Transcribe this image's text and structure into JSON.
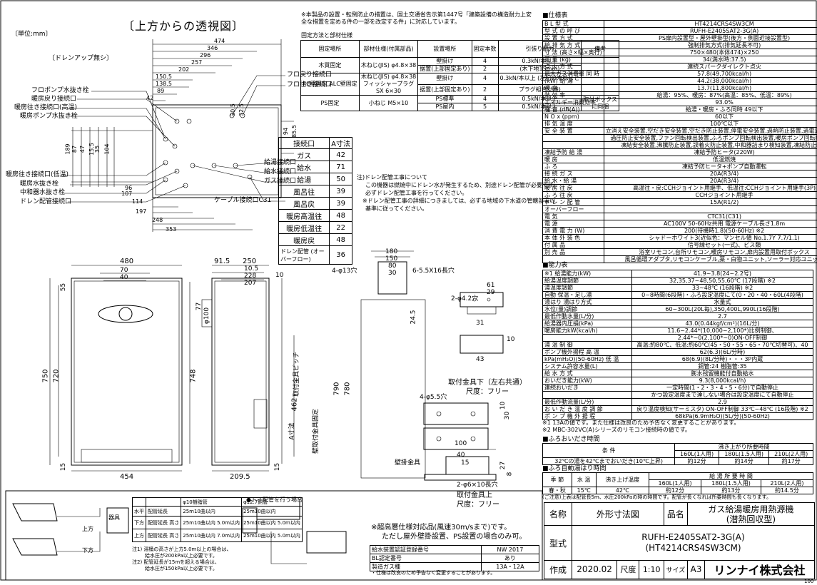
{
  "header": {
    "title": "〔上方からの透視図〕",
    "unit": "〔単位:mm〕",
    "drain_note": "〔ドレンアップ無シ〕",
    "notice": "※本製品の設置・転倒防止の措置は、国土交通省告示第1447号「建築設備の構造耐力上安全な措置を定める件の一部を改定する件」に対応しています。",
    "fix_title": "固定方法と部材仕様"
  },
  "fix_table": {
    "headers": [
      "固定場所",
      "部材仕様(付属部品)",
      "設置場所",
      "固定本数",
      "引張り耐力",
      "備考"
    ],
    "rows": [
      [
        "木質固定",
        "木ねじ(JIS) φ4.8×38",
        "壁掛け",
        "4",
        "0.3kN/本以上",
        ""
      ],
      [
        "",
        "",
        "据置(上部固定あり)",
        "2",
        "(木下地15mm)",
        ""
      ],
      [
        "RC壁固定 ALC壁固定",
        "木ねじ(JIS) φ4.8×38 フィッシャープラグSX 6×30",
        "壁掛け",
        "4",
        "0.3kN/本以上 (左記の木ねじと",
        ""
      ],
      [
        "",
        "",
        "据置(上部固定あり)",
        "2",
        "プラグ組合せ時)",
        ""
      ],
      [
        "PS固定",
        "小ねじ M5×10",
        "PS標準",
        "4",
        "0.5kN/本以上",
        "取付ボックス"
      ],
      [
        "",
        "",
        "PS屋内",
        "5",
        "0.5kN/本以上",
        "に同梱"
      ]
    ]
  },
  "top_view": {
    "dims_top": [
      "474",
      "346",
      "296",
      "257",
      "202",
      "150.5",
      "138.5",
      "89",
      "42"
    ],
    "dims_right": [
      "30.5",
      "32.5",
      "94",
      "85.5"
    ],
    "dims_left": [
      "189",
      "87",
      "47",
      "15.5",
      "35",
      "104"
    ],
    "dims_bottom": [
      "107",
      "114",
      "197",
      "248",
      "353",
      "96"
    ],
    "labels_left": [
      "フロポンプ水抜き栓",
      "暖房戻り接続口",
      "暖房往き接続口(高温)",
      "暖房ポンプ水抜き栓",
      "暖房往き接続口(低温)",
      "暖房水抜き栓",
      "中和器水抜き栓",
      "ドレン配管接続口"
    ],
    "labels_right_top": [
      "フロ戻り接続口",
      "フロ往き接続口"
    ],
    "labels_right_bottom": [
      "給湯接続口",
      "給水接続口",
      "ガス接続口",
      "ケーブル接続口C31"
    ]
  },
  "conn_table": {
    "headers": [
      "接続口",
      "A寸法"
    ],
    "rows": [
      [
        "ガス",
        "42"
      ],
      [
        "給水",
        "71"
      ],
      [
        "給湯",
        "50"
      ],
      [
        "風呂往",
        "39"
      ],
      [
        "風呂戻",
        "39"
      ],
      [
        "暖房高温往",
        "48"
      ],
      [
        "暖房低温往",
        "22"
      ],
      [
        "暖房戻",
        "48"
      ],
      [
        "ドレン配管 (オーバーフロー)",
        "36"
      ]
    ]
  },
  "drain_note": {
    "line1": "注)ドレン配管工事について",
    "line2": "この機器は燃焼中にドレン水が発生するため、別途ドレン配管が必要です。",
    "line3": "必ずドレン配管工事を行ってください。",
    "line4": "※ドレン配管工事の詳細につきましては、必ずる地域の下水道の管轄部署の",
    "line5": "基準に従ってください。"
  },
  "front_view": {
    "dims": [
      "480",
      "70",
      "40",
      "750",
      "720",
      "748",
      "454",
      "15",
      "55"
    ],
    "side_dims": [
      "91.5",
      "250",
      "10.5",
      "228",
      "207",
      "10",
      "77",
      "φ100",
      "462",
      "209.5",
      "15"
    ],
    "side_labels": [
      "取付金具ピッチ",
      "A寸法",
      "壁取付金具固定"
    ]
  },
  "bracket": {
    "dims": [
      "180",
      "150",
      "80",
      "30",
      "4-φ13穴",
      "6-5.5X16長穴",
      "2-φ4.2穴",
      "61",
      "29",
      "24.5",
      "790",
      "780",
      "10",
      "43",
      "31",
      "4-φ5.5穴",
      "10",
      "30",
      "100",
      "40",
      "15",
      "27",
      "8",
      "2-φ6×10長穴"
    ],
    "caption1": "取付金具下（左右共通）",
    "caption1b": "尺度：フリー",
    "caption2": "壁掛金具",
    "caption3": "取付金具上",
    "caption3b": "尺度：フリー"
  },
  "bottom_left": {
    "pipe_headers": [
      "",
      "",
      "φ10樹脂管",
      "φ12.7銅管"
    ],
    "pipe_rows": [
      [
        "水平",
        "配管延長",
        "25m10曲以内",
        "25m10曲以内"
      ],
      [
        "下方",
        "配管延長 高さ",
        "25m10曲以内 5.0m以内",
        "25m10曲以内 5.0m以内"
      ],
      [
        "上方",
        "配管延長 高さ",
        "25m10曲以内 7.0m以内",
        "25m10曲以内 5.0m以内"
      ]
    ],
    "note1": "注1) 湯桶の高さが上方5.0m以上の場合は、",
    "note1b": "給水圧が200kPa以上必要です。",
    "note2": "注2) 配管延長が15mを超える場合は、",
    "note2b": "給水圧が150kPa以上必要です。",
    "trap_title": "●トイ配管を行う場合",
    "high_wind": "※超高層仕様対応品(風速30m/sまで)です。",
    "high_wind2": "ただし屋外壁掛設置、PS設置の場合のみ可。",
    "cert_rows": [
      [
        "給水装置認証登録番号",
        "NW 2017"
      ],
      [
        "BL認定番号",
        "あり"
      ],
      [
        "製造ガス種",
        "13A・12A"
      ]
    ],
    "spec_change": "・仕様は改良のため予告なく変更することがあります。",
    "label_up": "上方",
    "label_down": "下方",
    "label_device": "器具"
  },
  "spec": {
    "title": "■仕様表",
    "rows": [
      [
        "B L 型 式",
        "HT4214CRS4SW3CM"
      ],
      [
        "型 式 の 呼 び",
        "RUFH-E2405SAT2-3G(A)"
      ],
      [
        "設 置 方 式",
        "PS扉内設置型・屋外壁掛型(後方・側面近接設置型)"
      ],
      [
        "給 排 気 方 式",
        "強制排気方式(排気延長不可)"
      ],
      [
        "寸 法 (高さ×幅×奥行)",
        "750×480(本体474)×250"
      ],
      [
        "質 量 (kg)",
        "34(満水時:37.5)"
      ],
      [
        "点 火 方 式",
        "連続スパークダイレクト点火"
      ],
      [
        "最大ガス消費量 同 時",
        "57.8(49,700kcal/h)"
      ],
      [
        "(kW) 給 湯",
        "44.2(38,000kcal/h)"
      ],
      [
        "暖 房",
        "13.7(11,800kcal/h)"
      ],
      [
        "熱 効 率",
        "給湯：95%、暖房：87%(高温：85%、低温：89%)"
      ],
      [
        "エネルギー消費効率",
        "93.0%"
      ],
      [
        "騒 音 (dB(A))",
        "給湯・暖房・ふろ同時 49以下"
      ],
      [
        "N O x (ppm)",
        "60以下"
      ],
      [
        "排 気 温 度",
        "100℃以下"
      ],
      [
        "安 全 装 置",
        "立消え安全装置,空だき安全装置,空だき防止装置,停電安全装置,過熱防止装置,過電流安全装置"
      ],
      [
        "",
        "過圧防止安全装置,ファン回転検出装置,ふろポンプ回転検出装置,暖房ポンプ回転検出装置"
      ],
      [
        "",
        "凍結安全装置,沸騰防止装置,誤着火防止装置,中和器詰まり検知装置,凍結防止装置"
      ],
      [
        "凍結予防 給 湯",
        "凍結予防ヒータ(220W)"
      ],
      [
        "暖 房",
        "低温燃焼"
      ],
      [
        "ふ ろ",
        "凍結予防ヒータ+ポンプ自動運転"
      ],
      [
        "接 続 ガ ス",
        "20A(R3/4)"
      ],
      [
        "給 水・給 湯",
        "20A(R3/4)"
      ],
      [
        "暖 房 往 戻",
        "高温往・戻:CCHジョイント用継手、低温往:CCHジョイント用継手(3P)"
      ],
      [
        "ふ ろ 往 戻",
        "CCHジョイント用継手"
      ],
      [
        "ド レ ン 配 管",
        "15A(R1/2)"
      ],
      [
        "オーバーフロー",
        ""
      ],
      [
        "電 気",
        "CTC31(C31)"
      ],
      [
        "電 源",
        "AC100V 50-60Hz共用 電源ケーブル長さ1.8m"
      ],
      [
        "消 費 電 力 (W)",
        "200(待機時1.8)(50-60Hz) ※2"
      ],
      [
        "本 体 外 装 色",
        "シャドーホワイト3(近似色：マンセル値 No.1.7Y 7.7/1.1)"
      ],
      [
        "付 属 品",
        "信号線セット(一式)、ビス類"
      ],
      [
        "別 売 品",
        "浴室リモコン,台所リモコン,暖房リモコン,扉内設置用取付ボックス"
      ],
      [
        "",
        "風呂循環アダプタ,リモコンケーブル,薬・白物ユニット,ソーラー対応ユニット"
      ]
    ]
  },
  "perf": {
    "title": "■能力表",
    "rows": [
      [
        "※1 給湯能力(kW)",
        "41.9~3.8(24~2.2号)"
      ],
      [
        "給湯温度調節",
        "32,35,37~48,50,55,60℃ (17段階) ※2"
      ],
      [
        "湯温度調節",
        "33~48℃ (16段階) ※2"
      ],
      [
        "自動 保温・足し湯",
        "0~8時間(6段階)・ふろ設定温度にて(0・20・40・60L(4段階)"
      ],
      [
        "湯はり 湯はり方式",
        "水量式"
      ],
      [
        "水位(量)調節",
        "60~300L(20L毎),350,400L,990L(16段階)"
      ],
      [
        "最低作動水量(L/分)",
        "2.7"
      ],
      [
        "給湯器内圧損(kPa)",
        "43.0(0.44kgf/cm²)(16L/分)"
      ],
      [
        "暖房能力kW(kcal/h)",
        "11.6~2.44*(10,000~2,100*)比例制御、"
      ],
      [
        "",
        "2.44*~0(2,100*~0)ON-OFF制御"
      ],
      [
        "湯 温 制 御",
        "高温:約80℃、低温:約60℃(45・50・55・65・70℃切替可)、40"
      ],
      [
        "ポンプ機外揚程 高 温",
        "62(6.3)(6L/分時)"
      ],
      [
        "kPa(mH₂O)(50-60Hz) 低 温",
        "68(6.9)(8L/分時)・・・3P内蔵"
      ],
      [
        "システム許容水量(L)",
        "銅管:24 樹脂管:35"
      ],
      [
        "給 水 方 式",
        "膨水残留機能付自動給水"
      ],
      [
        "おいだき能力(kW)",
        "9.3(8,000kcal/h)"
      ],
      [
        "連続おいだき",
        "一定時間(1・2・3・4・5・6分)で自動停止"
      ],
      [
        "",
        "かつ設定温度まで達しない場合は設定温度にて自動停止"
      ],
      [
        "最低作動流量(L/分)",
        "2.9"
      ],
      [
        "お い だ き 温 度 調 節",
        "戻り温度検知(サーミスタ) ON-OFF制御 33℃~48℃ (16段階) ※2"
      ],
      [
        "ポ ン プ 機 外 揚 程",
        "68kPa(6.9mH₂O)(5L/分)(50-60Hz)"
      ]
    ],
    "note1": "※1 13Aの値です。また仕様は改良のため予告なく変更することがあります。",
    "note2": "※2 MBC-302VC(A)シリーズのリモコン接続時の値です。"
  },
  "bath_time": {
    "title": "■ふろおいだき時間",
    "header": [
      "条 件",
      "沸き上がり所要時間"
    ],
    "subheader": [
      "160L(1人用)",
      "180L(1.5人用)",
      "210L(2人用)"
    ],
    "row": [
      "32℃の湯を42℃までおいだき(10℃上昇)",
      "約12分",
      "約14分",
      "約17分"
    ]
  },
  "fill_time": {
    "title": "■ふろ自動湯はり時間",
    "header": [
      "季 節",
      "水 温",
      "沸き上げ温度",
      "給 湯 所 要 時 間"
    ],
    "subheader": [
      "160L(1人用)",
      "180L(1.5人用)",
      "210L(2人用)"
    ],
    "row": [
      "春・秋",
      "15℃",
      "42℃",
      "約12分",
      "約13分",
      "約14.5分"
    ],
    "note": "(ご注意)上表は配管長5m、水圧200kPaの時の時間です。配管が長くなれば所要時間も長くなります。"
  },
  "title_block": {
    "name_label": "名称",
    "name": "外形寸法図",
    "product_label": "品名",
    "product": "ガス給湯暖房用熱源機",
    "product2": "(潜熱回収型)",
    "model_label": "型式",
    "model": "RUFH-E2405SAT2-3G(A)",
    "model2": "(HT4214CRS4SW3CM)",
    "made_label": "作成",
    "date": "2020.02",
    "scale_label": "尺度",
    "scale": "1:10",
    "size_label": "サイズ",
    "size": "A3",
    "company": "リンナイ株式会社",
    "page": "100"
  }
}
